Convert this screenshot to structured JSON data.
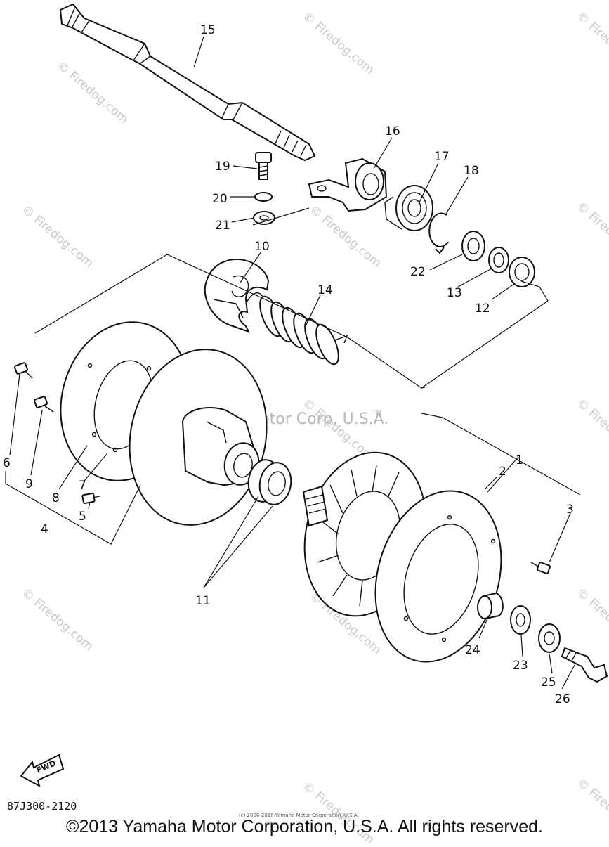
{
  "callouts": [
    "15",
    "16",
    "17",
    "18",
    "19",
    "20",
    "21",
    "10",
    "22",
    "13",
    "12",
    "14",
    "6",
    "9",
    "8",
    "7",
    "5",
    "4",
    "1",
    "2",
    "3",
    "11",
    "24",
    "23",
    "25",
    "26"
  ],
  "fwd_label": "FWD",
  "diagram_code": "87J300-2120",
  "center_watermark": "Yamaha Motor Corp, U.S.A.",
  "trademark": "TM",
  "site_watermark": "© Firedog.com",
  "tiny_copyright": "(c) 2006-2016 Yamaha Motor Corporation, U.S.A.",
  "copyright": "©2013 Yamaha Motor Corporation, U.S.A. All rights reserved."
}
